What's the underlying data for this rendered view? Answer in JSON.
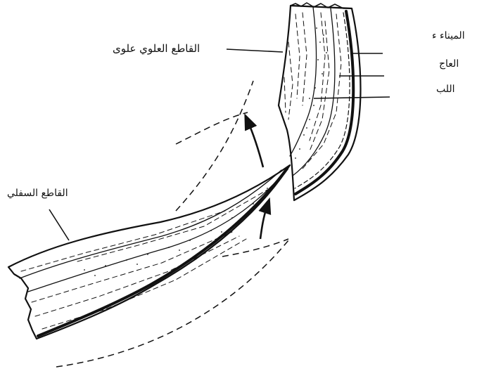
{
  "labels": {
    "upper_incisor": "القاطع العلوي علوى",
    "lower_incisor": "القاطع السفلي",
    "enamel": "الميناء ء",
    "dentin": "العاج",
    "pulp": "اللب"
  },
  "colors": {
    "ink": "#111111",
    "background": "#ffffff"
  }
}
